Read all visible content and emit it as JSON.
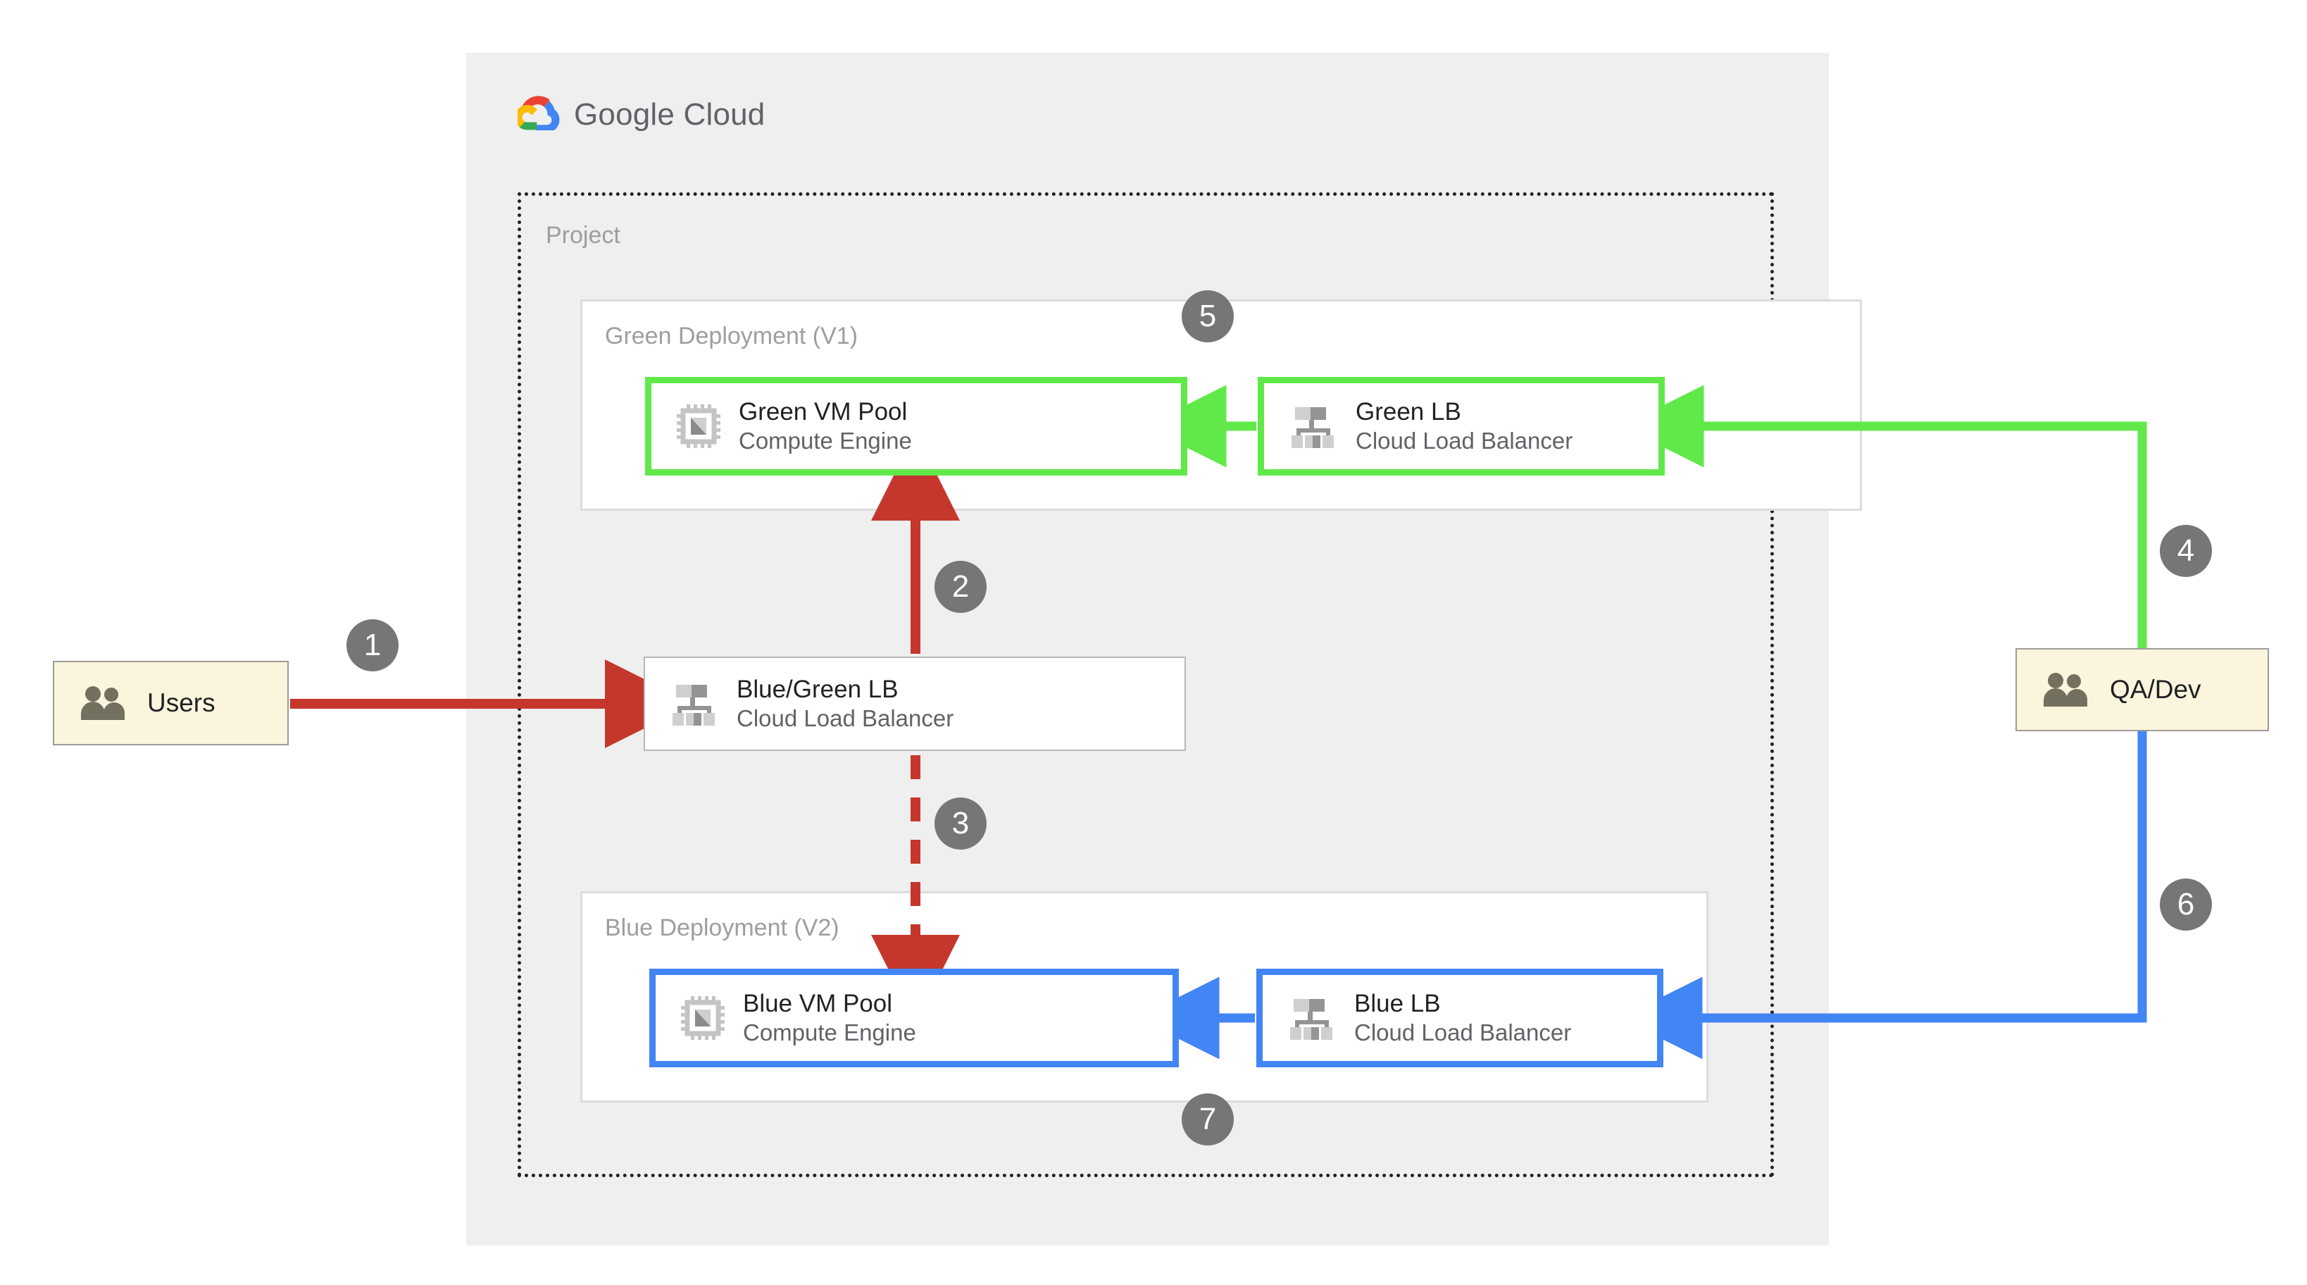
{
  "cloud": {
    "provider_name": "Google Cloud",
    "logo_icon": "google-cloud-logo-icon",
    "project_label": "Project"
  },
  "groups": [
    {
      "id": "green-deployment",
      "title": "Green Deployment (V1)"
    },
    {
      "id": "blue-deployment",
      "title": "Blue Deployment (V2)"
    }
  ],
  "nodes": {
    "green_vm": {
      "title": "Green VM Pool",
      "subtitle": "Compute Engine",
      "icon": "cpu-chip-icon",
      "accent": "#61e94a"
    },
    "green_lb": {
      "title": "Green LB",
      "subtitle": "Cloud Load Balancer",
      "icon": "load-balancer-icon",
      "accent": "#61e94a"
    },
    "bluegreen_lb": {
      "title": "Blue/Green LB",
      "subtitle": "Cloud Load Balancer",
      "icon": "load-balancer-icon",
      "accent": "#b7b7b7"
    },
    "blue_vm": {
      "title": "Blue VM Pool",
      "subtitle": "Compute Engine",
      "icon": "cpu-chip-icon",
      "accent": "#4285f4"
    },
    "blue_lb": {
      "title": "Blue LB",
      "subtitle": "Cloud Load Balancer",
      "icon": "load-balancer-icon",
      "accent": "#4285f4"
    },
    "users": {
      "label": "Users",
      "icon": "users-icon",
      "fill": "#fcf5dd"
    },
    "qadev": {
      "label": "QA/Dev",
      "icon": "users-icon",
      "fill": "#fcf5dd"
    }
  },
  "steps": [
    {
      "number": "1"
    },
    {
      "number": "2"
    },
    {
      "number": "3"
    },
    {
      "number": "4"
    },
    {
      "number": "5"
    },
    {
      "number": "6"
    },
    {
      "number": "7"
    }
  ],
  "colors": {
    "red_flow": "#c5372c",
    "green_flow": "#61e94a",
    "blue_flow": "#4285f4",
    "badge_gray": "#767676",
    "panel_gray": "#efefef",
    "group_border": "#dcdcdc",
    "label_gray": "#9e9e9e"
  }
}
